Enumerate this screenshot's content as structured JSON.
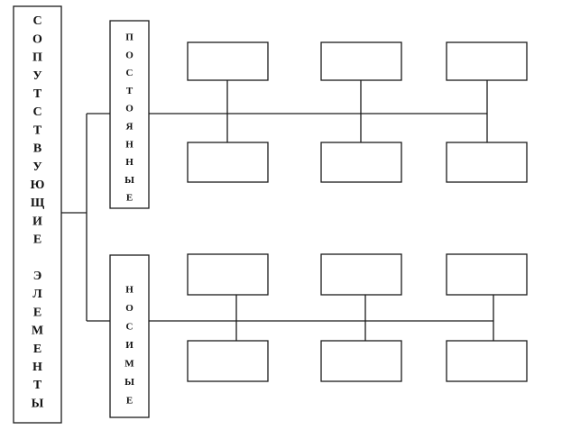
{
  "main_node": {
    "letters": [
      "С",
      "О",
      "П",
      "У",
      "Т",
      "С",
      "Т",
      "В",
      "У",
      "Ю",
      "Щ",
      "И",
      "Е",
      "",
      "Э",
      "Л",
      "Е",
      "М",
      "Е",
      "Н",
      "Т",
      "Ы"
    ]
  },
  "branches": [
    {
      "id": "constant",
      "letters": [
        "П",
        "О",
        "С",
        "Т",
        "О",
        "Я",
        "Н",
        "Н",
        "Ы",
        "Е"
      ]
    },
    {
      "id": "wearable",
      "letters": [
        "Н",
        "О",
        "С",
        "И",
        "М",
        "Ы",
        "Е"
      ]
    }
  ],
  "colors": {
    "stroke": "#1a1a1a",
    "text": "#111111",
    "background": "#ffffff"
  }
}
